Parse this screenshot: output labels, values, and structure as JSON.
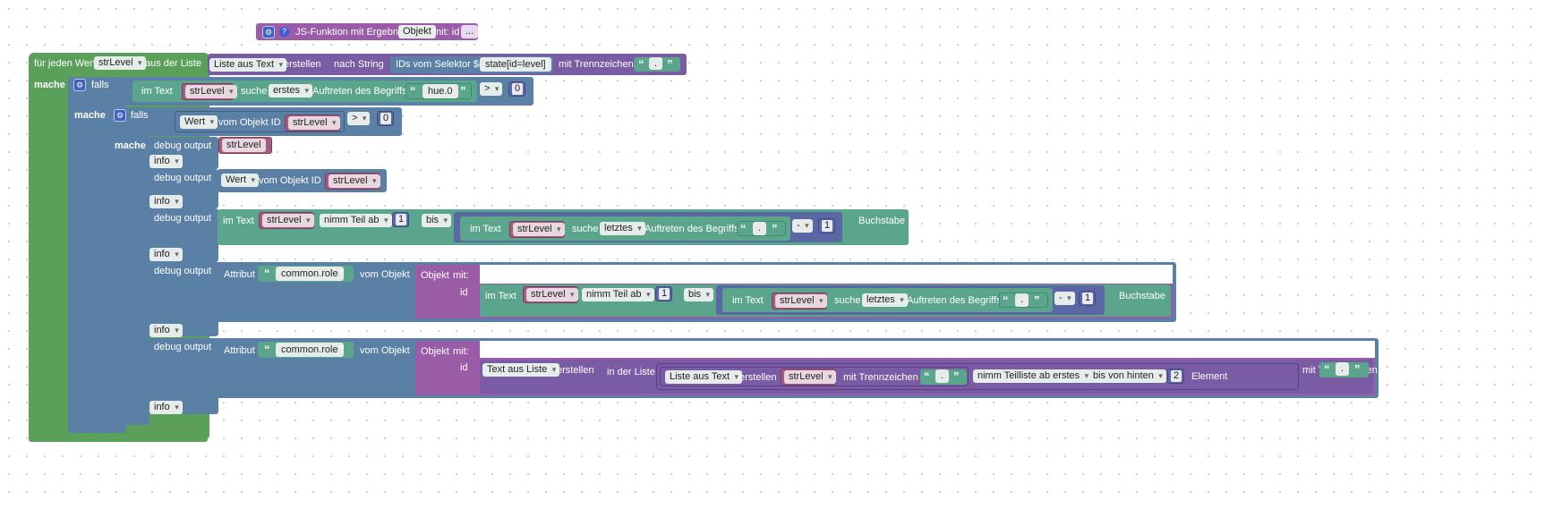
{
  "js_function": {
    "title": "JS-Funktion mit Ergebnis",
    "result_type": "Objekt",
    "params": "mit: id",
    "dots": "..."
  },
  "loop": {
    "prefix": "für jeden Wert",
    "var": "strLevel",
    "from_list": "aus der Liste",
    "do": "mache"
  },
  "list_from_text": {
    "mode": "Liste aus Text",
    "create": "erstellen",
    "after_string": "nach String",
    "selector": "IDs vom Selektor $(",
    "selector_value": "state[id=level]",
    "close_paren": ")",
    "with_sep": "mit Trennzeichen",
    "sep": "."
  },
  "if1": {
    "label": "falls",
    "do": "mache",
    "in_text": "im Text",
    "var": "strLevel",
    "search": "suche",
    "which": "erstes",
    "occurrence": "Auftreten des Begriffs",
    "term": "hue.0",
    "op": ">",
    "value": "0"
  },
  "if2": {
    "label": "falls",
    "do": "mache",
    "value_mode": "Wert",
    "of_object": "vom Objekt ID",
    "var": "strLevel",
    "op": ">",
    "value": "0"
  },
  "debug": {
    "label": "debug output",
    "level": "info"
  },
  "dbg1": {
    "var": "strLevel"
  },
  "dbg2": {
    "value_mode": "Wert",
    "of_object": "vom Objekt ID",
    "var": "strLevel"
  },
  "dbg3": {
    "in_text": "im Text",
    "var": "strLevel",
    "take": "nimm Teil ab",
    "from": "1",
    "to_mode": "bis",
    "inner_in_text": "im Text",
    "inner_var": "strLevel",
    "search": "suche",
    "which": "letztes",
    "occurrence": "Auftreten des Begriffs",
    "term": ".",
    "minus": "-",
    "minus_val": "1",
    "letter": "Buchstabe"
  },
  "dbg4": {
    "attr": "Attribut",
    "attr_name": "common.role",
    "of_obj": "vom Objekt",
    "obj": "Objekt",
    "with": "mit:",
    "id": "id",
    "in_text": "im Text",
    "var": "strLevel",
    "take": "nimm Teil ab",
    "from": "1",
    "to_mode": "bis",
    "inner_in_text": "im Text",
    "inner_var": "strLevel",
    "search": "suche",
    "which": "letztes",
    "occurrence": "Auftreten des Begriffs",
    "term": ".",
    "minus": "-",
    "minus_val": "1",
    "letter": "Buchstabe"
  },
  "dbg5": {
    "attr": "Attribut",
    "attr_name": "common.role",
    "of_obj": "vom Objekt",
    "obj": "Objekt",
    "with": "mit:",
    "id": "id",
    "text_mode": "Text aus Liste",
    "create": "erstellen",
    "in_list": "in der Liste",
    "list_mode": "Liste aus Text",
    "create2": "erstellen",
    "var": "strLevel",
    "with_sep": "mit Trennzeichen",
    "sep": ".",
    "sublist": "nimm Teilliste ab erstes",
    "to_end": "bis von hinten",
    "count": "2",
    "element": "Element",
    "with_sep2": "mit Trennzeichen",
    "sep2": "."
  },
  "colors": {
    "loop": "#5aa05b",
    "logic": "#5b80a5",
    "text": "#5ba58c",
    "list": "#7a5ca5",
    "object": "#9a5ca6",
    "variable": "#a55b80",
    "math": "#5b67a5"
  }
}
